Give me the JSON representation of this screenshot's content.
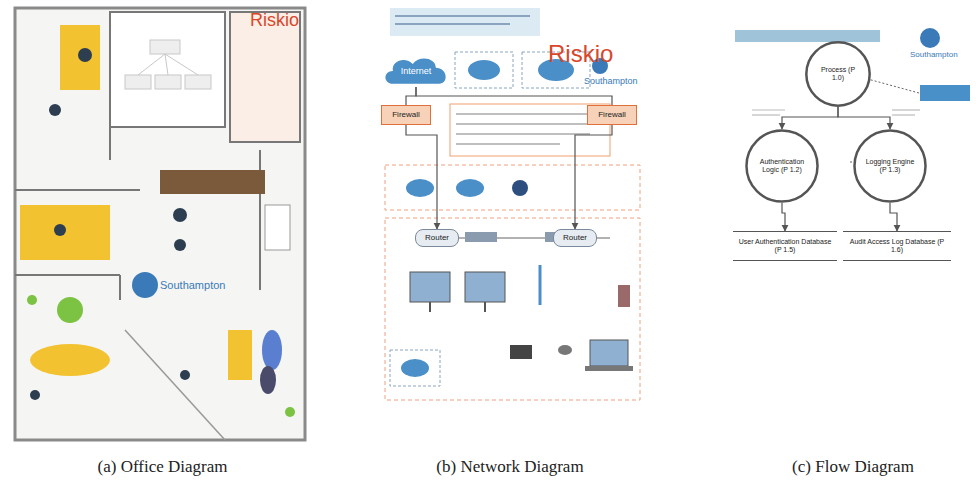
{
  "diagram": {
    "nodes": [
      {
        "text": [
          "(a) Office Diagram"
        ]
      },
      {
        "text": [
          "(b) Network Diagram"
        ]
      },
      {
        "text": [
          "(c) Flow Diagram"
        ]
      },
      {
        "text": [
          "Internet"
        ],
        "in": 1
      },
      {
        "text": [
          "Firewall"
        ],
        "in": 1
      },
      {
        "text": [
          "Firewall"
        ],
        "in": 1
      },
      {
        "text": [
          "Router"
        ],
        "in": 1
      },
      {
        "text": [
          "Router"
        ],
        "in": 1
      },
      {
        "text": [
          "Process (P 1.0)"
        ],
        "in": 2
      },
      {
        "text": [
          "Authentication Logic (P 1.2)"
        ],
        "in": 2
      },
      {
        "text": [
          "Logging Engine (P 1.3)"
        ],
        "in": 2
      },
      {
        "text": [
          "User Authentication Database (P 1.5)"
        ],
        "in": 2
      },
      {
        "text": [
          "Audit Access Log Database (P 1.6)"
        ],
        "in": 2
      }
    ],
    "edges": [
      {
        "from": 3,
        "to": 4,
        "arrow": "none"
      },
      {
        "from": 3,
        "to": 5,
        "arrow": "none"
      },
      {
        "from": 4,
        "to": 6,
        "arrow": "to"
      },
      {
        "from": 5,
        "to": 7,
        "arrow": "to"
      },
      {
        "from": 8,
        "to": 9,
        "arrow": "to"
      },
      {
        "from": 8,
        "to": 10,
        "arrow": "to"
      },
      {
        "from": 9,
        "to": 11,
        "arrow": "to"
      },
      {
        "from": 10,
        "to": 12,
        "arrow": "to"
      }
    ],
    "labels": [
      "Riskio",
      "Southampton",
      "Riskio",
      "Southampton",
      "Southampton"
    ]
  }
}
